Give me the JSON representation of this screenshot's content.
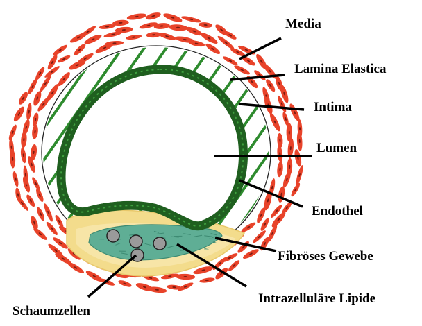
{
  "labels": {
    "media": "Media",
    "lamina_elastica": "Lamina Elastica",
    "intima": "Intima",
    "lumen": "Lumen",
    "endothel": "Endothel",
    "fibroeses_gewebe": "Fibröses Gewebe",
    "intrazellulaere_lipide": "Intrazelluläre Lipide",
    "schaumzellen": "Schaumzellen"
  },
  "colors": {
    "media_cell": "#e8432a",
    "media_nucleus": "#7a1a10",
    "intima_hatch": "#2e8b2e",
    "endothel": "#1f5f1f",
    "fibrous": "#f3dc8c",
    "lipid": "#5fae95",
    "foam_cell": "#9a9a9a",
    "leader": "#000000"
  }
}
